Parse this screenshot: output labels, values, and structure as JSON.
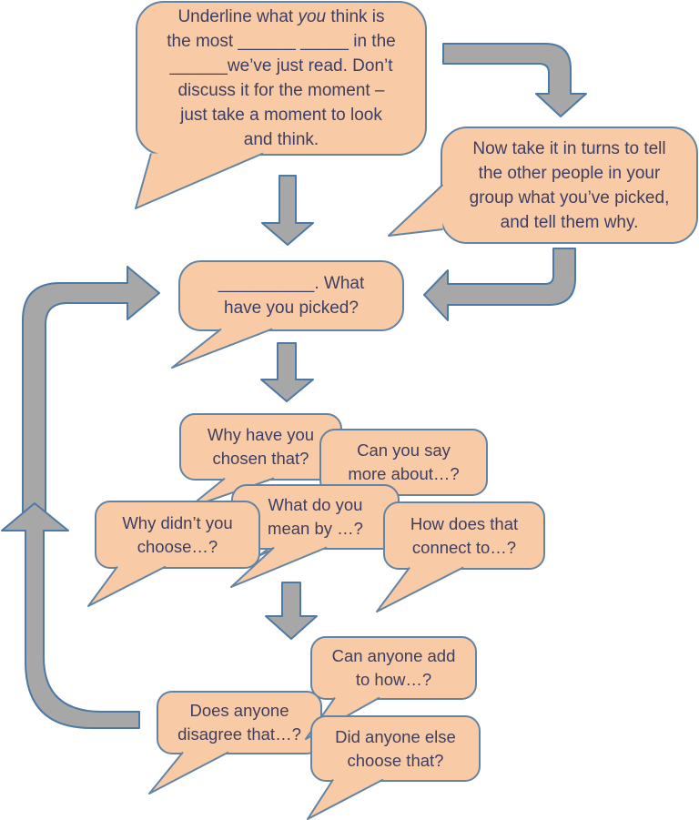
{
  "colors": {
    "bubble_fill": "#f8cba6",
    "bubble_border": "#6384a4",
    "text": "#3e3e62",
    "arrow_fill": "#a7a7a7",
    "arrow_border": "#4c79a6",
    "background": "#ffffff"
  },
  "bubbles": {
    "underline_instruction": {
      "text_before_italic": "Underline what ",
      "italic_word": "you",
      "text_after_italic": " think is\nthe most ______ _____ in the\n______we’ve just read. Don’t\ndiscuss it for the moment –\njust take a moment to look\nand think."
    },
    "take_turns": {
      "text": "Now take it in turns to tell\nthe other people in your\ngroup what you’ve picked,\nand tell them why."
    },
    "what_picked": {
      "text": "__________. What\nhave you picked?"
    },
    "why_chosen": {
      "text": "Why have you\nchosen that?"
    },
    "say_more": {
      "text": "Can you say\nmore about…?"
    },
    "what_mean": {
      "text": "What do you\nmean by …?"
    },
    "why_didnt": {
      "text": "Why didn’t you\nchoose…?"
    },
    "how_connect": {
      "text": "How does that\nconnect to…?"
    },
    "anyone_add": {
      "text": "Can anyone add\nto how…?"
    },
    "anyone_disagree": {
      "text": "Does anyone\ndisagree that…?"
    },
    "anyone_else": {
      "text": "Did anyone else\nchoose that?"
    }
  }
}
